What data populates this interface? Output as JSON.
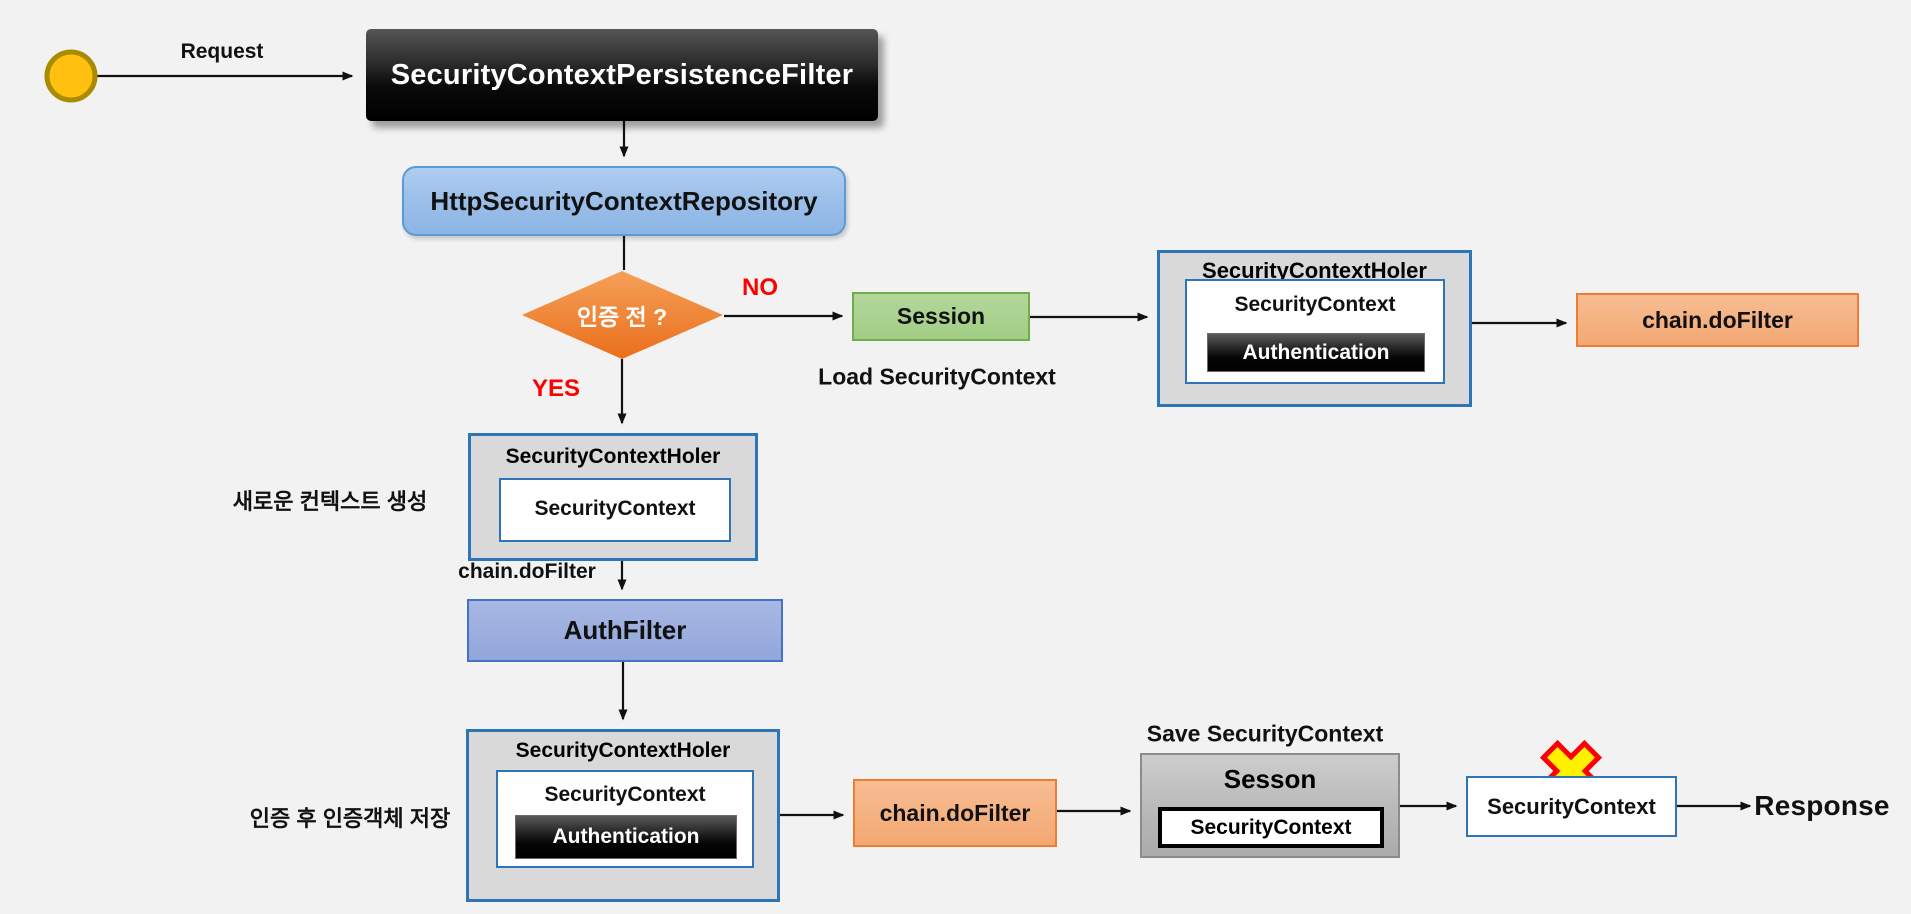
{
  "diagram_title": "SecurityContextPersistenceFilter flow",
  "start": {
    "shape": "circle",
    "color": "#ffc010",
    "border_color": "#a98b00"
  },
  "edges": {
    "request_label": "Request",
    "no_label": "NO",
    "yes_label": "YES",
    "load_label": "Load SecurityContext",
    "save_label": "Save SecurityContext",
    "chain_do_filter_label": "chain.doFilter",
    "response_label": "Response"
  },
  "notes": {
    "new_context": "새로운 컨텍스트 생성",
    "store_auth_after_login": "인증 후 인증객체 저장"
  },
  "nodes": {
    "persistence_filter": "SecurityContextPersistenceFilter",
    "http_repository": "HttpSecurityContextRepository",
    "decision": "인증 전 ?",
    "session": "Session",
    "sesson": "Sesson",
    "holder_title": "SecurityContextHoler",
    "security_context": "SecurityContext",
    "authentication": "Authentication",
    "auth_filter": "AuthFilter",
    "chain_do_filter": "chain.doFilter"
  },
  "colors": {
    "background": "#f2f2f2",
    "black_node": "#000000",
    "blue_node_fill": "#9cc0ea",
    "blue_node_border": "#5b9bd5",
    "decision_fill": "#ed7423",
    "session_fill": "#a9d18e",
    "session_border": "#70ad47",
    "chain_fill": "#f4b183",
    "chain_border": "#ed7d31",
    "holder_fill": "#d9d9d9",
    "holder_border": "#2e75b6",
    "auth_filter_fill": "#93a6da",
    "auth_filter_border": "#4472c4",
    "sesson_fill": "#bfbfbf",
    "yes_no_color": "#fe0000",
    "x_mark_fill": "#fff100",
    "x_mark_border": "#ff0000"
  }
}
